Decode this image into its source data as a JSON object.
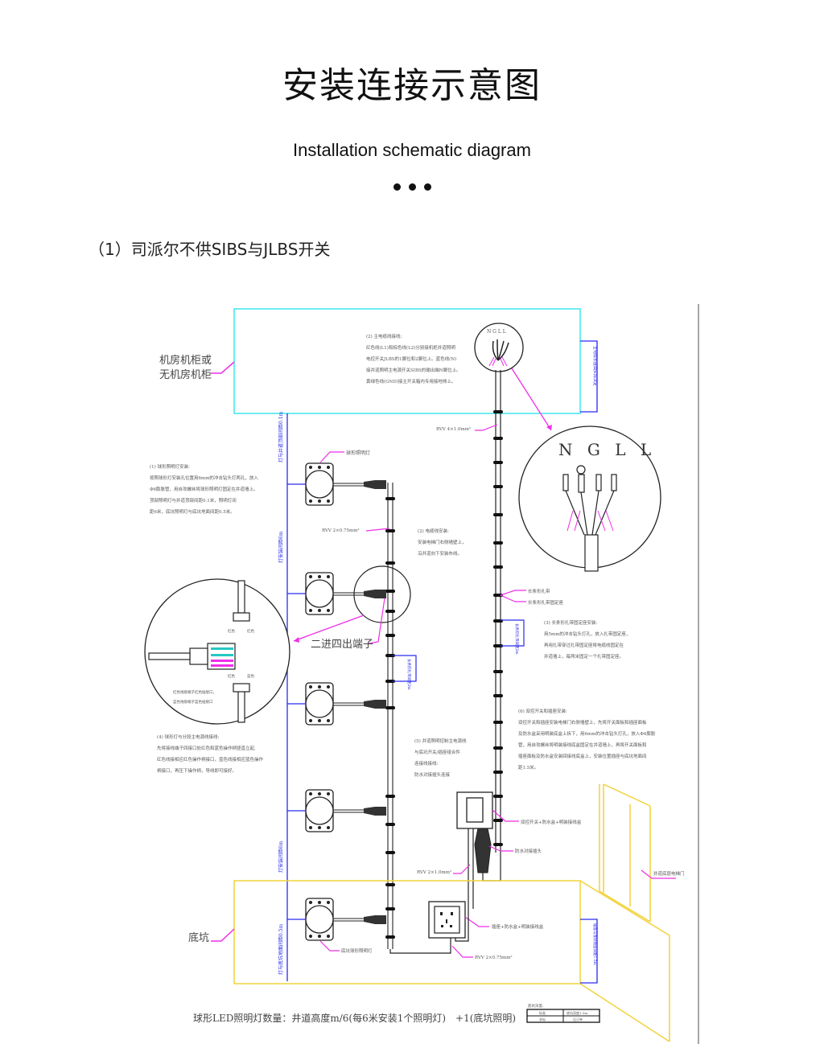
{
  "header": {
    "title": "安装连接示意图",
    "subtitle": "Installation schematic diagram",
    "section_label": "（1）司派尔不供SIBS与JLBS开关"
  },
  "diagram": {
    "machine_room_label": [
      "机房机柜或",
      "无机房机柜"
    ],
    "note2": [
      "(2) 主电缆线接线:",
      "红色线(L1)和棕色线(L2)分别接机柜井道照明",
      "电控开关JLBS的1脚位和2脚位上。蓝色线(N)",
      "接井道照明主电源开关SIBS的输出端N脚位上。",
      "黄绿色线(GND)接主开关箱内专用接地排上。"
    ],
    "conn_top_label": "N G L L",
    "conn_big_label": "N G L L",
    "cable_main": "RVV 4×1.0mm²",
    "cable_branch": "RVV 2×0.75mm²",
    "cable_pit": "RVV 2×1.0mm²",
    "cable_socket": "RVV 2×0.75mm²",
    "lamp_label": "球形照明灯",
    "note1": [
      "(1) 球形照明灯安装:",
      "按照球形灯安装孔位置用6mm的冲击钻头打两孔，放入",
      "Φ6膨胀管，用自攻螺丝将球形照明灯固定在井道墙上。",
      "顶部照明灯与井道顶部间距0.1米，照明灯间",
      "距6米，底坑照明灯与底坑地面间距0.5米。"
    ],
    "dim_top": "灯与井道顶部间距0.1m",
    "dim_spacing": "灯安装间距6m",
    "dim_spacing2": "灯安装间距6m",
    "dim_pit": "灯与底坑地面间距0.5m",
    "dim_right_top": "主电缆长度由实际决定",
    "dim_right_bottom": "插座与底坑地面间距1.5m",
    "dim_clip": "长条形扎带间距2m",
    "dim_clip2": "长条形扎带间距2m",
    "note2b": [
      "(2) 电缆线安装:",
      "安装电梯门右侧墙壁上，",
      "沿井道向下安装布线。"
    ],
    "clip_label1": "长条形扎带",
    "clip_label2": "长条形扎带固定座",
    "note3": [
      "(3) 长条形扎带固定座安装:",
      "用5mm的冲击钻头打孔，放入扎带固定座，",
      "再用扎带穿过扎带固定座将电缆线固定在",
      "井道墙上，每两米固定一个扎带固定座。"
    ],
    "terminal_label": "二进四出端子",
    "inset_labels": [
      "红色",
      "红色",
      "红色",
      "蓝色"
    ],
    "inset_note": [
      "红色线接端子红色插接口，",
      "蓝色线接端子蓝色插接口"
    ],
    "note4": [
      "(4) 球形灯与分段主电源线接线:",
      "先将接线端子四接口处红色和蓝色操作柄竖直立起,",
      "红色线接相应红色操作柄接口，蓝色线接相应蓝色操作",
      "柄接口，再压下操作柄，导线即可接好。"
    ],
    "note5": [
      "(5) 井道照明控制主电源线",
      "与底坑开关/插座组合件",
      "连接线接线:",
      "防水对接插头连接"
    ],
    "note6": [
      "(6) 双控开关和插座安装:",
      "双控开关和插座安装电梯门右侧墙壁上，先将开关面板和插座面板",
      "及防水盒采用明装底盒上拆下，用6mm的冲击钻头打孔，放入Φ6膨胀",
      "管，用自攻螺丝将明装接线底盒固定在井道墙上，再将开关面板和",
      "插座面板及防水盒安装回接线底盒上，安装位置插座与底坑地面间",
      "距1.5米。"
    ],
    "switch_label": "双控开关+防水盒+明装接线盒",
    "waterproof_label": "防水对接插头",
    "door_label": "井道底层电梯门",
    "pit_label": "底坑",
    "pit_lamp_label": "底坑球形照明灯",
    "socket_label": "插座+防水盒+明装接线盒",
    "formula": "球形LED照明灯数量：井道高度m/6(每6米安装1个照明灯)　+1(底坑照明)",
    "table_caption": "底坑深度:",
    "table_rows": [
      [
        "标准",
        "底坑深度1.5m"
      ],
      [
        "非标",
        "见订单"
      ]
    ]
  },
  "colors": {
    "cyan": "#3fe6ee",
    "magenta": "#ee2ee8",
    "blue": "#2a2af0",
    "yellow": "#f2d23a",
    "teal": "#27c7c0"
  }
}
